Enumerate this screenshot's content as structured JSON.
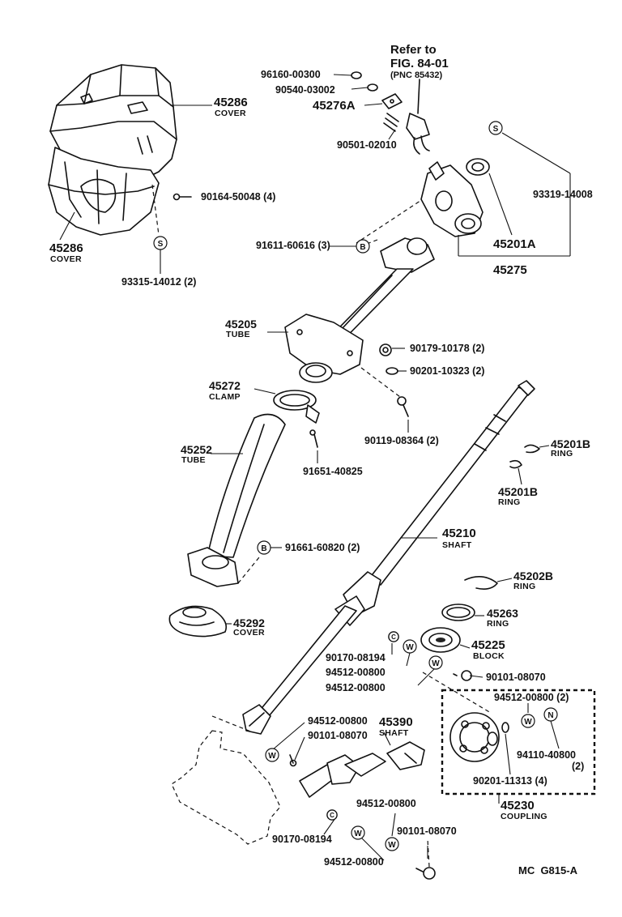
{
  "reference": {
    "line1": "Refer to",
    "line2": "FIG. 84-01",
    "line3": "(PNC 85432)"
  },
  "diagram_code": "MC  G815-A",
  "markers": {
    "s": "S",
    "b": "B",
    "w": "W",
    "n": "N",
    "c": "C"
  },
  "parts": {
    "p96160": "96160-00300",
    "p90540": "90540-03002",
    "p45276A": "45276A",
    "p90501": "90501-02010",
    "p45286a": "45286",
    "cover_a": "COVER",
    "p45286b": "45286",
    "cover_b": "COVER",
    "p90164": "90164-50048 (4)",
    "p93315": "93315-14012 (2)",
    "p93319": "93319-14008",
    "p91611": "91611-60616 (3)",
    "p45201A": "45201A",
    "p45275": "45275",
    "p45205": "45205",
    "tube_a": "TUBE",
    "p90179": "90179-10178 (2)",
    "p90201a": "90201-10323 (2)",
    "p45272": "45272",
    "clamp": "CLAMP",
    "p90119": "90119-08364 (2)",
    "p45252": "45252",
    "tube_b": "TUBE",
    "p91651": "91651-40825",
    "p45201Ba": "45201B",
    "ring_a": "RING",
    "p45201Bb": "45201B",
    "ring_b": "RING",
    "p45210": "45210",
    "shaft_a": "SHAFT",
    "p91661": "91661-60820 (2)",
    "p45202B": "45202B",
    "ring_c": "RING",
    "p45263": "45263",
    "ring_d": "RING",
    "p45292": "45292",
    "cover_c": "COVER",
    "p90170a": "90170-08194",
    "p94512a": "94512-00800",
    "p45225": "45225",
    "block": "BLOCK",
    "p94512b": "94512-00800",
    "p90101a": "90101-08070",
    "p94512c": "94512-00800 (2)",
    "p94512d": "94512-00800",
    "p45390": "45390",
    "shaft_b": "SHAFT",
    "p90101b": "90101-08070",
    "p94110": "94110-40800",
    "p94110q": "(2)",
    "p90201b": "90201-11313 (4)",
    "p45230": "45230",
    "coupling": "COUPLING",
    "p94512e": "94512-00800",
    "p90101c": "90101-08070",
    "p90170b": "90170-08194",
    "p94512f": "94512-00800"
  }
}
